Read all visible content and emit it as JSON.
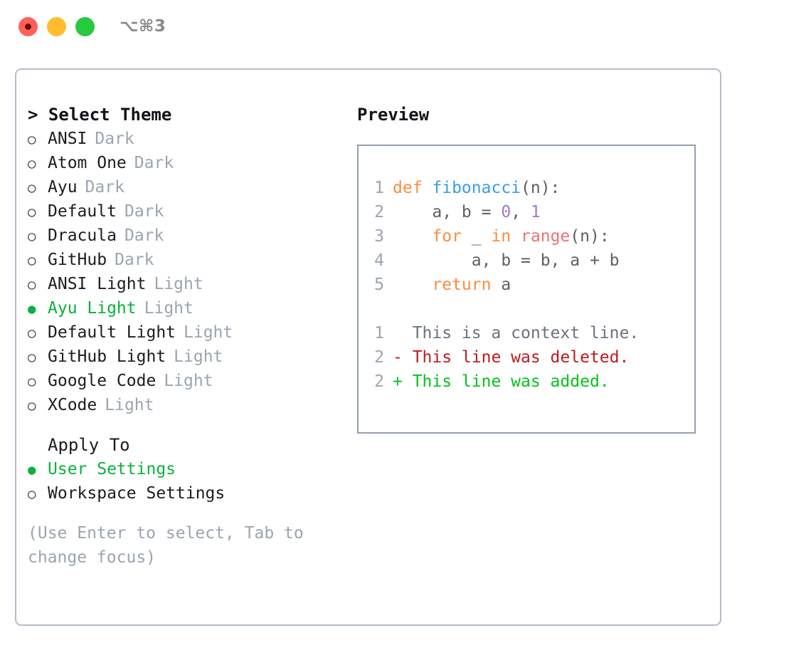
{
  "titlebar": {
    "shortcut": "⌥⌘3",
    "buttons": [
      {
        "name": "close",
        "color": "#ff6058"
      },
      {
        "name": "minimize",
        "color": "#ffbd2e"
      },
      {
        "name": "zoom",
        "color": "#28c840"
      }
    ]
  },
  "theme_section": {
    "heading": "> Select Theme",
    "items": [
      {
        "marker": "○",
        "name": "ANSI",
        "variant": "Dark",
        "selected": false
      },
      {
        "marker": "○",
        "name": "Atom One",
        "variant": "Dark",
        "selected": false
      },
      {
        "marker": "○",
        "name": "Ayu",
        "variant": "Dark",
        "selected": false
      },
      {
        "marker": "○",
        "name": "Default",
        "variant": "Dark",
        "selected": false
      },
      {
        "marker": "○",
        "name": "Dracula",
        "variant": "Dark",
        "selected": false
      },
      {
        "marker": "○",
        "name": "GitHub",
        "variant": "Dark",
        "selected": false
      },
      {
        "marker": "○",
        "name": "ANSI Light",
        "variant": "Light",
        "selected": false
      },
      {
        "marker": "●",
        "name": "Ayu Light",
        "variant": "Light",
        "selected": true
      },
      {
        "marker": "○",
        "name": "Default Light",
        "variant": "Light",
        "selected": false
      },
      {
        "marker": "○",
        "name": "GitHub Light",
        "variant": "Light",
        "selected": false
      },
      {
        "marker": "○",
        "name": "Google Code",
        "variant": "Light",
        "selected": false
      },
      {
        "marker": "○",
        "name": "XCode",
        "variant": "Light",
        "selected": false
      }
    ]
  },
  "apply_section": {
    "heading": "Apply To",
    "items": [
      {
        "marker": "●",
        "name": "User Settings",
        "selected": true
      },
      {
        "marker": "○",
        "name": "Workspace Settings",
        "selected": false
      }
    ]
  },
  "hint": "(Use Enter to select, Tab to change focus)",
  "preview": {
    "title": "Preview",
    "code_lines": [
      {
        "number": "1",
        "tokens": [
          {
            "text": "def ",
            "type": "kw"
          },
          {
            "text": "fibonacci",
            "type": "fn"
          },
          {
            "text": "(n):",
            "type": "plain"
          }
        ]
      },
      {
        "number": "2",
        "tokens": [
          {
            "text": "    a, b = ",
            "type": "plain"
          },
          {
            "text": "0",
            "type": "num"
          },
          {
            "text": ", ",
            "type": "plain"
          },
          {
            "text": "1",
            "type": "num"
          }
        ]
      },
      {
        "number": "3",
        "tokens": [
          {
            "text": "    ",
            "type": "plain"
          },
          {
            "text": "for",
            "type": "kw"
          },
          {
            "text": " _ ",
            "type": "plain"
          },
          {
            "text": "in",
            "type": "kw"
          },
          {
            "text": " ",
            "type": "plain"
          },
          {
            "text": "range",
            "type": "bi"
          },
          {
            "text": "(n):",
            "type": "plain"
          }
        ]
      },
      {
        "number": "4",
        "tokens": [
          {
            "text": "        a, b = b, a + b",
            "type": "plain"
          }
        ]
      },
      {
        "number": "5",
        "tokens": [
          {
            "text": "    ",
            "type": "plain"
          },
          {
            "text": "return",
            "type": "kw"
          },
          {
            "text": " a",
            "type": "plain"
          }
        ]
      }
    ],
    "diff_lines": [
      {
        "number": "1",
        "sign": " ",
        "text": " This is a context line.",
        "type": "context"
      },
      {
        "number": "2",
        "sign": "-",
        "text": " This line was deleted.",
        "type": "deleted"
      },
      {
        "number": "2",
        "sign": "+",
        "text": " This line was added.",
        "type": "added"
      }
    ]
  },
  "colors": {
    "accent_green": "#0bb13c",
    "muted": "#9aa5b1",
    "border": "#b4bdc8",
    "code_border": "#93a0af",
    "keyword": "#fa8d3e",
    "function": "#399ee6",
    "number": "#a37acc",
    "builtin": "#f07171",
    "diff_deleted": "#c2181b",
    "diff_added": "#00c41a"
  }
}
